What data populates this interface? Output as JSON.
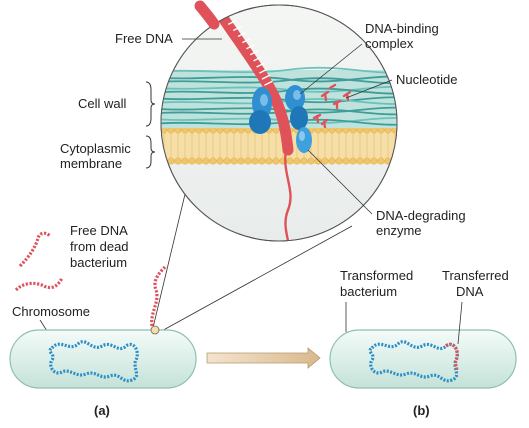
{
  "labels": {
    "free_dna": "Free DNA",
    "dna_binding_1": "DNA-binding",
    "dna_binding_2": "complex",
    "nucleotide": "Nucleotide",
    "cell_wall": "Cell wall",
    "cyto_1": "Cytoplasmic",
    "cyto_2": "membrane",
    "dna_degrading_1": "DNA-degrading",
    "dna_degrading_2": "enzyme",
    "free_dna_dead_1": "Free DNA",
    "free_dna_dead_2": "from dead",
    "free_dna_dead_3": "bacterium",
    "chromosome": "Chromosome",
    "transformed_1": "Transformed",
    "transformed_2": "bacterium",
    "transferred_1": "Transferred",
    "transferred_2": "DNA",
    "panel_a": "(a)",
    "panel_b": "(b)"
  },
  "colors": {
    "dna_red": "#e0525a",
    "chromosome_blue": "#2a8fc8",
    "cell_fill": "#e6f3ee",
    "wall_teal": "#4fb0ac",
    "membrane_tan": "#f2cf86",
    "protein_blue": "#2f8fd0",
    "arrow_tan": "#d6b890"
  }
}
